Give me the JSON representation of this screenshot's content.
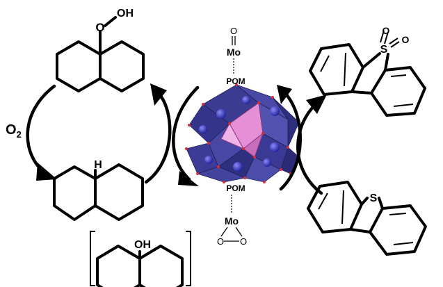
{
  "labels": {
    "o2_main": "O",
    "o2_sub": "2",
    "oxygen_top": "O",
    "hydroperoxy": "OH",
    "hydrogen": "H",
    "hydroxyl": "OH",
    "oxo": "O",
    "mo_top": "Mo",
    "pom_top": "POM",
    "pom_bottom": "POM",
    "mo_bottom": "Mo",
    "peroxo_left": "O",
    "peroxo_right": "O",
    "sulfur_product": "S",
    "sulfone_oxygen_left": "O",
    "sulfone_oxygen_right": "O",
    "sulfur_reactant": "S"
  },
  "colors": {
    "ink": "#000000",
    "polyhedron_blue": "#3f3f9e",
    "polyhedron_dark": "#2b2b78",
    "central_pink": "#e48fd6",
    "vertex_red": "#d0303a",
    "sphere_blue": "#3434c8"
  }
}
